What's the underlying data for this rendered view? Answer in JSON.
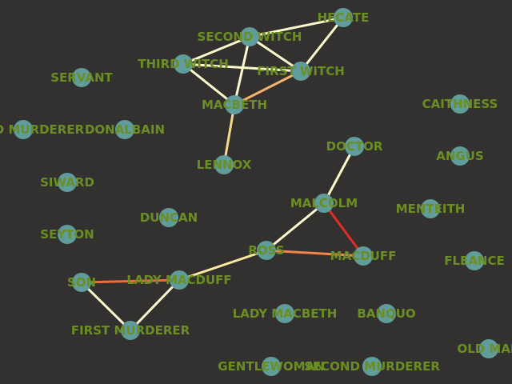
{
  "colors": {
    "background": "#333130",
    "node_fill": "#5f9c9b",
    "label": "#6b8e23"
  },
  "nodes": [
    {
      "id": "hecate",
      "label": "HECATE"
    },
    {
      "id": "second-witch",
      "label": "SECOND WITCH"
    },
    {
      "id": "third-witch",
      "label": "THIRD WITCH"
    },
    {
      "id": "first-witch",
      "label": "FIRST WITCH"
    },
    {
      "id": "servant",
      "label": "SERVANT"
    },
    {
      "id": "macbeth",
      "label": "MACBETH"
    },
    {
      "id": "caithness",
      "label": "CAITHNESS"
    },
    {
      "id": "third-murderer",
      "label": "THIRD MURDERER"
    },
    {
      "id": "donalbain",
      "label": "DONALBAIN"
    },
    {
      "id": "doctor",
      "label": "DOCTOR"
    },
    {
      "id": "angus",
      "label": "ANGUS"
    },
    {
      "id": "lennox",
      "label": "LENNOX"
    },
    {
      "id": "siward",
      "label": "SIWARD"
    },
    {
      "id": "malcolm",
      "label": "MALCOLM"
    },
    {
      "id": "menteith",
      "label": "MENTEITH"
    },
    {
      "id": "duncan",
      "label": "DUNCAN"
    },
    {
      "id": "seyton",
      "label": "SEYTON"
    },
    {
      "id": "ross",
      "label": "ROSS"
    },
    {
      "id": "macduff",
      "label": "MACDUFF"
    },
    {
      "id": "fleance",
      "label": "FLEANCE"
    },
    {
      "id": "son",
      "label": "SON"
    },
    {
      "id": "lady-macduff",
      "label": "LADY MACDUFF"
    },
    {
      "id": "lady-macbeth",
      "label": "LADY MACBETH"
    },
    {
      "id": "banquo",
      "label": "BANQUO"
    },
    {
      "id": "first-murderer",
      "label": "FIRST MURDERER"
    },
    {
      "id": "old-man",
      "label": "OLD MAN"
    },
    {
      "id": "gentlewoman",
      "label": "GENTLEWOMAN"
    },
    {
      "id": "second-murderer",
      "label": "SECOND MURDERER"
    }
  ],
  "edges": [
    {
      "source": "second-witch",
      "target": "hecate",
      "color": "#fffacd"
    },
    {
      "source": "first-witch",
      "target": "hecate",
      "color": "#fffacd"
    },
    {
      "source": "second-witch",
      "target": "third-witch",
      "color": "#fffacd"
    },
    {
      "source": "second-witch",
      "target": "first-witch",
      "color": "#fffacd"
    },
    {
      "source": "second-witch",
      "target": "macbeth",
      "color": "#fffacd"
    },
    {
      "source": "third-witch",
      "target": "first-witch",
      "color": "#fffacd"
    },
    {
      "source": "third-witch",
      "target": "macbeth",
      "color": "#fffacd"
    },
    {
      "source": "first-witch",
      "target": "macbeth",
      "color": "#f6b26b"
    },
    {
      "source": "macbeth",
      "target": "lennox",
      "color": "#f7d98c"
    },
    {
      "source": "doctor",
      "target": "malcolm",
      "color": "#fffacd"
    },
    {
      "source": "malcolm",
      "target": "ross",
      "color": "#fffacd"
    },
    {
      "source": "malcolm",
      "target": "macduff",
      "color": "#e02e24"
    },
    {
      "source": "ross",
      "target": "macduff",
      "color": "#f4854a"
    },
    {
      "source": "ross",
      "target": "lady-macduff",
      "color": "#fce9a2"
    },
    {
      "source": "son",
      "target": "lady-macduff",
      "color": "#f06a3c"
    },
    {
      "source": "son",
      "target": "first-murderer",
      "color": "#fffacd"
    },
    {
      "source": "lady-macduff",
      "target": "first-murderer",
      "color": "#fffacd"
    }
  ]
}
